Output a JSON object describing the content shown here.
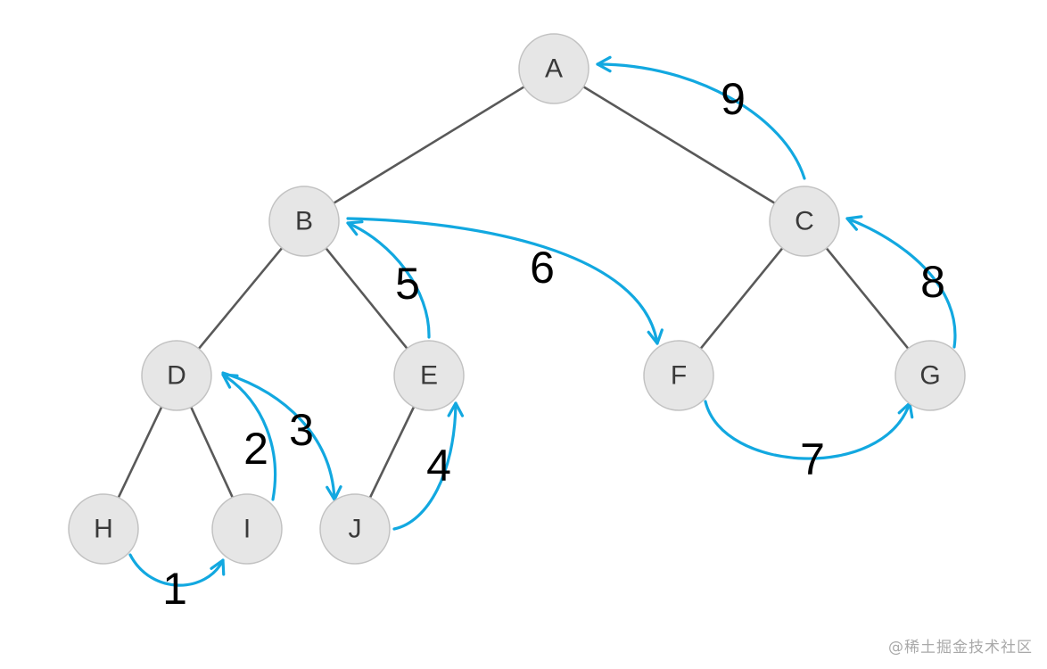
{
  "nodes": [
    {
      "id": "A",
      "label": "A"
    },
    {
      "id": "B",
      "label": "B"
    },
    {
      "id": "C",
      "label": "C"
    },
    {
      "id": "D",
      "label": "D"
    },
    {
      "id": "E",
      "label": "E"
    },
    {
      "id": "F",
      "label": "F"
    },
    {
      "id": "G",
      "label": "G"
    },
    {
      "id": "H",
      "label": "H"
    },
    {
      "id": "I",
      "label": "I"
    },
    {
      "id": "J",
      "label": "J"
    }
  ],
  "edges": [
    {
      "from": "A",
      "to": "B"
    },
    {
      "from": "A",
      "to": "C"
    },
    {
      "from": "B",
      "to": "D"
    },
    {
      "from": "B",
      "to": "E"
    },
    {
      "from": "C",
      "to": "F"
    },
    {
      "from": "C",
      "to": "G"
    },
    {
      "from": "D",
      "to": "H"
    },
    {
      "from": "D",
      "to": "I"
    },
    {
      "from": "E",
      "to": "J"
    }
  ],
  "steps": [
    {
      "label": "1",
      "from": "H",
      "to": "I"
    },
    {
      "label": "2",
      "from": "I",
      "to": "D"
    },
    {
      "label": "3",
      "from": "D",
      "to": "J"
    },
    {
      "label": "4",
      "from": "J",
      "to": "E"
    },
    {
      "label": "5",
      "from": "E",
      "to": "B"
    },
    {
      "label": "6",
      "from": "B",
      "to": "F"
    },
    {
      "label": "7",
      "from": "F",
      "to": "G"
    },
    {
      "label": "8",
      "from": "G",
      "to": "C"
    },
    {
      "label": "9",
      "from": "C",
      "to": "A"
    }
  ],
  "colors": {
    "arrow": "#12a8e0",
    "edge": "#595959",
    "node_fill": "#e6e6e6"
  },
  "watermark": "@稀土掘金技术社区"
}
